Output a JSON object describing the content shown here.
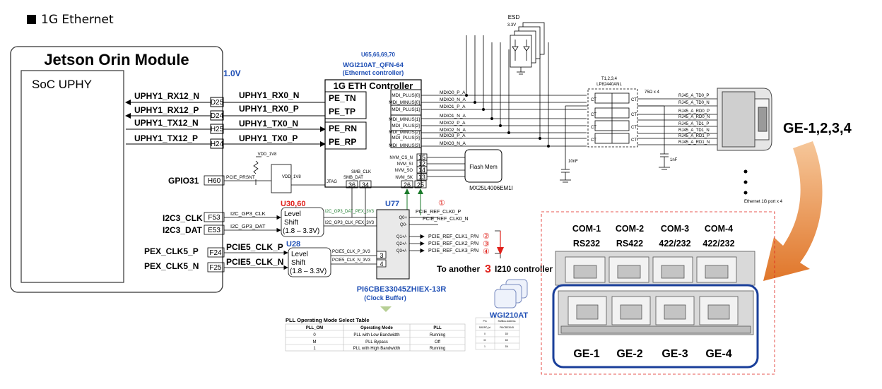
{
  "section_heading": "1G Ethernet",
  "module": {
    "title": "Jetson Orin Module",
    "soc": "SoC UPHY",
    "voltage": "1.0V"
  },
  "soc_signals": [
    "UPHY1_RX12_N",
    "UPHY1_RX12_P",
    "UPHY1_TX12_N",
    "UPHY1_TX12_P"
  ],
  "soc_pins": [
    "D25",
    "D24",
    "H25",
    "H24"
  ],
  "net_names": [
    "UPHY1_RX0_N",
    "UPHY1_RX0_P",
    "UPHY1_TX0_N",
    "UPHY1_TX0_P"
  ],
  "controller": {
    "refs": "U65,66,69,70",
    "part": "WGI210AT_QFN-64",
    "desc": "(Ethernet controller)",
    "title": "1G ETH Controller",
    "pins": [
      "PE_TN",
      "PE_TP",
      "PE_RN",
      "PE_RP"
    ],
    "mdi_pins": [
      "MDI_PLUS[0]",
      "MDI_MINUS[0]",
      "MDI_PLUS[1]",
      "MDI_MINUS[1]",
      "MDI_PLUS[2]",
      "MDI_MINUS[2]",
      "MDI_PLUS[3]",
      "MDI_MINUS[3]"
    ],
    "mdi_nets": [
      "MDIO0_P_A",
      "MDIO0_N_A",
      "MDIO1_P_A",
      "MDIO1_N_A",
      "MDIO2_P_A",
      "MDIO2_N_A",
      "MDIO3_P_A",
      "MDIO3_N_A"
    ],
    "nvm_pins": [
      "NVM_CS_N",
      "NVM_SI",
      "NVM_SO",
      "NVM_SK"
    ],
    "nvm_nums": [
      "15",
      "12",
      "14",
      "13"
    ],
    "smb_labels": [
      "SMB_CLK",
      "SMB_DAT",
      "JTAG"
    ],
    "smb_nums": [
      "36",
      "34"
    ],
    "clk_nums": [
      "26",
      "25"
    ]
  },
  "esd": {
    "label": "ESD",
    "rail": "3.3V"
  },
  "magnetics": {
    "refs": "T1,2,3,4",
    "part": "LP82440ANL",
    "res": "75Ω x 4",
    "ct": "CT",
    "cap1": "10nF",
    "cap2": "1nF"
  },
  "rj45_nets": [
    "RJ45_A_TD0_P",
    "RJ45_A_TD0_N",
    "RJ45_A_RD0_P",
    "RJ45_A_RD0_N",
    "RJ45_A_TD1_P",
    "RJ45_A_TD1_N",
    "RJ45_A_RD1_P",
    "RJ45_A_RD1_N"
  ],
  "flash": {
    "label": "Flash Mem",
    "part": "MX25L4006EM1I"
  },
  "ethernet_port_label": "Ethernet 1G port x 4",
  "ge_label": "GE-1,2,3,4",
  "gpio": {
    "label": "GPIO31",
    "pin": "H60",
    "net": "PCIE_PRSNT",
    "vdd": "VDD_1V8"
  },
  "level_shift_i2c": {
    "ref": "U30,60",
    "line1": "Level",
    "line2": "Shift",
    "line3": "(1.8 – 3.3V)",
    "signals": [
      "I2C3_CLK",
      "I2C3_DAT"
    ],
    "pins": [
      "F53",
      "E53"
    ],
    "nets": [
      "I2C_GP3_CLK",
      "I2C_GP3_DAT"
    ],
    "out_nets": [
      "I2C_GP3_DAT_PEX_3V3",
      "I2C_GP3_CLK_PEX_3V3"
    ]
  },
  "level_shift_pex": {
    "ref": "U28",
    "line1": "Level",
    "line2": "Shift",
    "line3": "(1.8 – 3.3V)",
    "signals": [
      "PEX_CLK5_P",
      "PEX_CLK5_N"
    ],
    "pins": [
      "F24",
      "F25"
    ],
    "nets": [
      "PCIE5_CLK_P",
      "PCIE5_CLK_N"
    ],
    "out_nets": [
      "PCIE5_CLK_P_3V3",
      "PCIE5_CLK_N_3V3"
    ]
  },
  "clock_buffer": {
    "ref": "U77",
    "part": "PI6CBE33045ZHIEX-13R",
    "desc": "(Clock Buffer)",
    "pins": [
      "Q0+",
      "Q0-",
      "Q1+/-",
      "Q2+/-",
      "Q3+/-"
    ],
    "in_pins": [
      "3",
      "4"
    ],
    "nets": [
      "PCIE_REF_CLK0_P",
      "PCIE_REF_CLK0_N",
      "PCIE_REF_CLK1_P/N",
      "PCIE_REF_CLK2_P/N",
      "PCIE_REF_CLK3_P/N"
    ],
    "markers": [
      "①",
      "②",
      "③",
      "④"
    ]
  },
  "another_controller": {
    "prefix": "To another",
    "num": "3",
    "suffix": "I210 controller",
    "chip_label": "WGI210AT"
  },
  "pll_table": {
    "title": "PLL Operating Mode Select Table",
    "headers": [
      "PLL_OM",
      "Operating Mode",
      "PLL"
    ],
    "rows": [
      [
        "0",
        "PLL with Low Bandwidth",
        "Running"
      ],
      [
        "M",
        "PLL Bypass",
        "Off"
      ],
      [
        "1",
        "PLL with High Bandwidth",
        "Running"
      ]
    ]
  },
  "small_table": {
    "headers": [
      "Pin",
      "SMBus Address"
    ],
    "rows": [
      [
        "SADR0_tri",
        "PI6CB33045"
      ],
      [
        "0",
        "D0"
      ],
      [
        "M",
        "D2"
      ],
      [
        "1",
        "D4"
      ]
    ]
  },
  "connector": {
    "com_top": [
      "COM-1",
      "COM-2",
      "COM-3",
      "COM-4"
    ],
    "com_bottom": [
      "RS232",
      "RS422",
      "422/232",
      "422/232"
    ],
    "ge_ports": [
      "GE-1",
      "GE-2",
      "GE-3",
      "GE-4"
    ]
  },
  "colors": {
    "blue": "#1f4fb5",
    "red": "#e0201a",
    "green": "#1a7a2a",
    "arrow": "#e0762a",
    "port_box": "#1a3f9a"
  }
}
